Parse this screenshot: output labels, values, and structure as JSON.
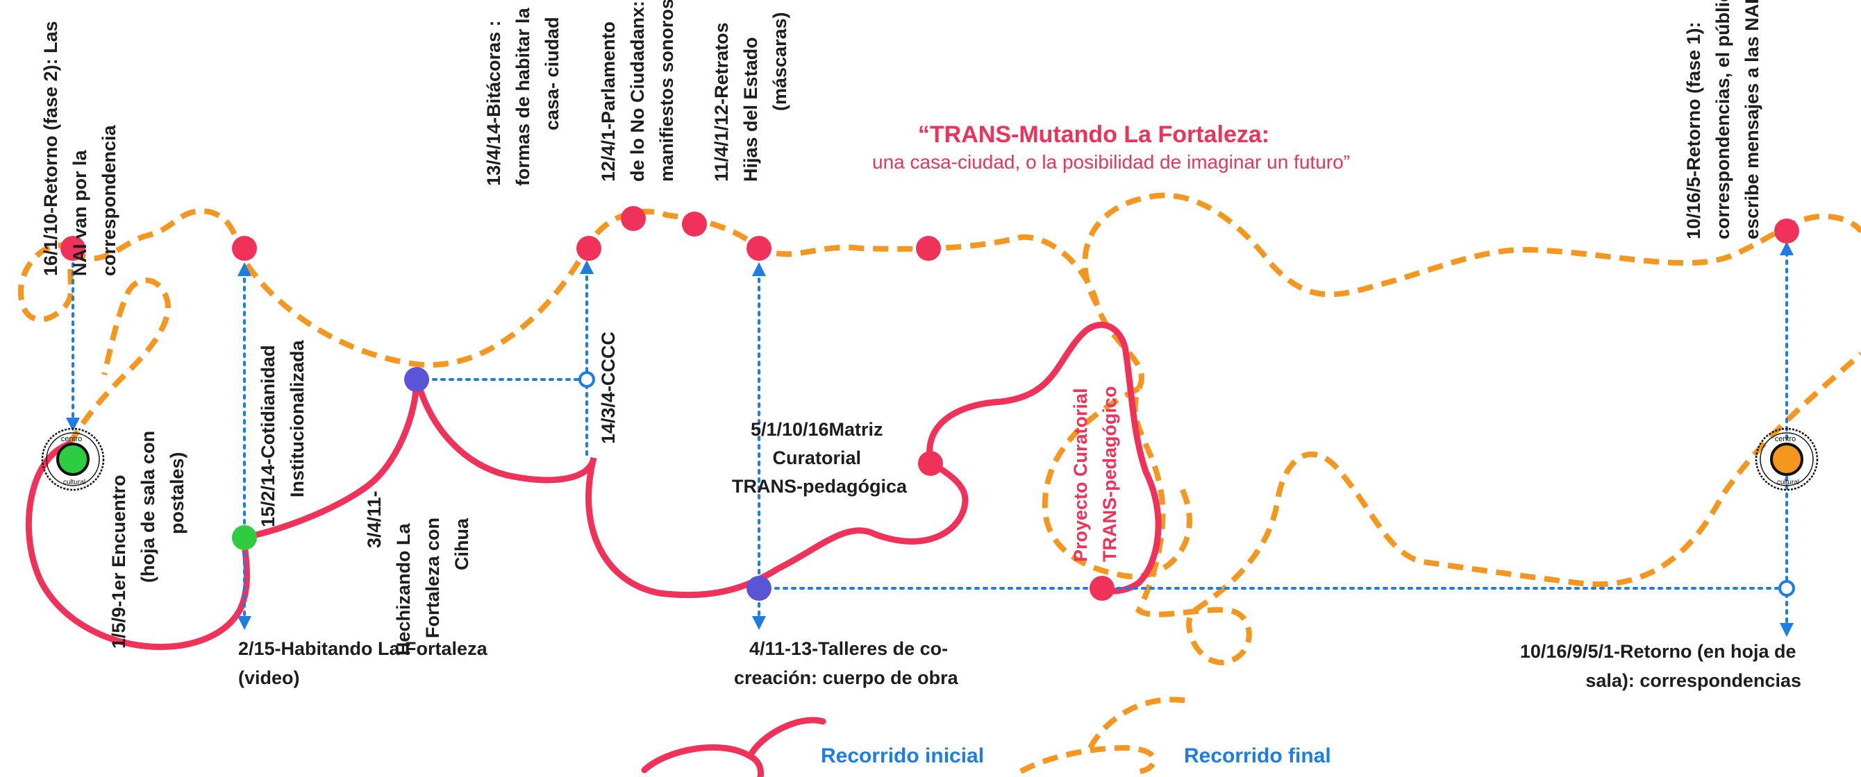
{
  "title": {
    "main": "“TRANS-Mutando La Fortaleza:",
    "subtitle": "una casa-ciudad, o la posibilidad de imaginar un futuro”"
  },
  "labels": {
    "n_16_1_10": [
      "16/1/10-Retorno (fase 2): Las",
      "NAI van por la",
      "correspondencia"
    ],
    "n_1_5_9": [
      "1/5/9-1er Encuentro",
      "(hoja de sala con",
      "postales)"
    ],
    "n_15_2_14": [
      "15/2/14-Cotidianidad",
      "Institucionalizada"
    ],
    "n_2_15": [
      "2/15-Habitando La Fortaleza",
      "(video)"
    ],
    "n_3_4_11": [
      "3/4/11-",
      "Hechizando La",
      "Fortaleza con",
      "Cihua"
    ],
    "n_13_4_14": [
      "13/4/14-Bitácoras :",
      "formas de habitar la",
      "casa- ciudad"
    ],
    "n_14_3_4": [
      "14/3/4-CCCC"
    ],
    "n_12_4_1": [
      "12/4/1-Parlamento",
      "de lo No Ciudadanx:",
      "manifiestos sonoros"
    ],
    "n_11_4_1_12": [
      "11/4/1/12-Retratos",
      "Hijas del Estado",
      "(máscaras)"
    ],
    "n_5_1_10_16": [
      "5/1/10/16Matriz",
      "Curatorial",
      "TRANS-pedagógica"
    ],
    "n_4_11_13": [
      "4/11-13-Talleres de co-",
      "creación: cuerpo de obra"
    ],
    "n_proyecto": [
      "Proyecto Curatorial",
      "TRANS-pedagógico"
    ],
    "n_10_16_5": [
      "10/16/5-Retorno (fase 1):",
      "correspondencias, el público",
      "escribe mensajes a las NAI"
    ],
    "n_10_16_9_5_1": [
      "10/16/9/5/1-Retorno (en hoja de",
      "sala): correspondencias"
    ]
  },
  "stamp_text": [
    "centro",
    "cultural"
  ],
  "legend": {
    "initial": "Recorrido inicial",
    "final": "Recorrido final"
  },
  "colors": {
    "initial_route": "#f0325a",
    "final_route": "#f5961e",
    "connector": "#1d7de3",
    "node_purple": "#5a55d6",
    "node_green": "#2ecc40",
    "node_orange": "#f5961e",
    "title": "#f0325a",
    "legend_text": "#1d7de3"
  }
}
